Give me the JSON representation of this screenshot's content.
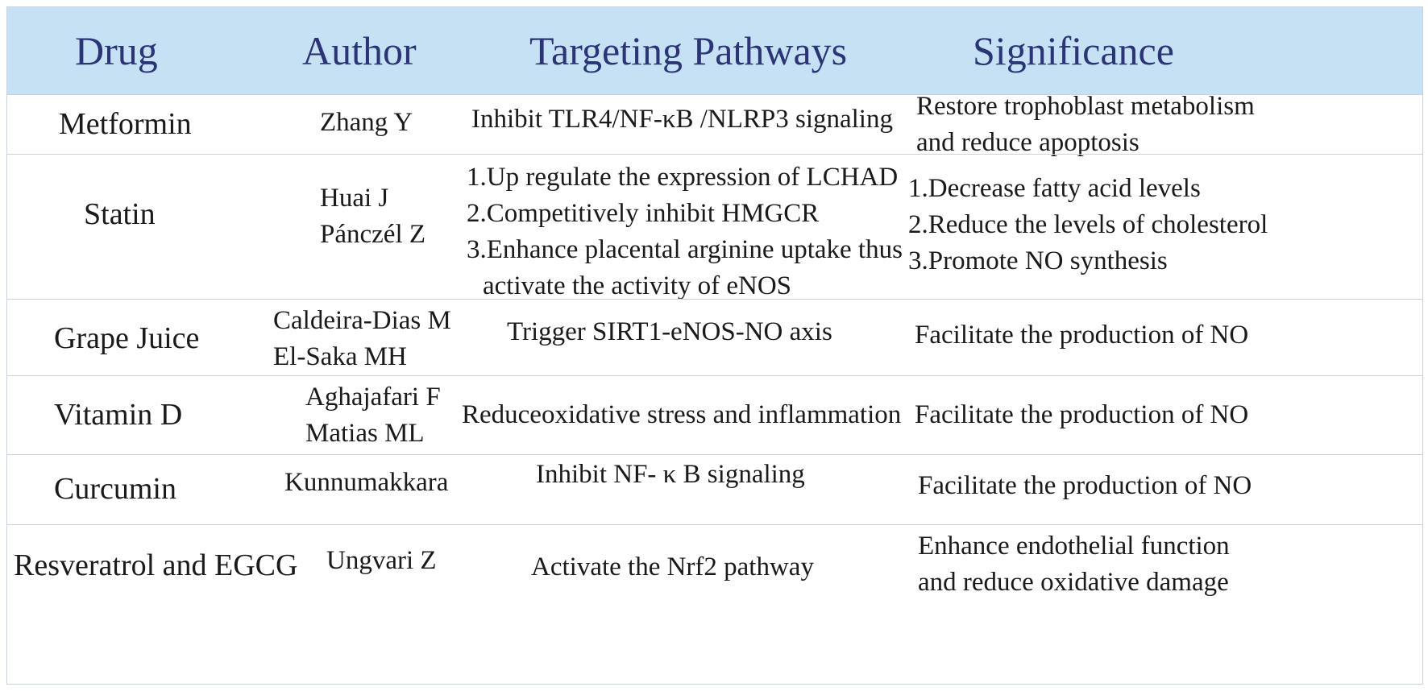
{
  "headers": {
    "drug": "Drug",
    "author": "Author",
    "pathways": "Targeting Pathways",
    "significance": "Significance"
  },
  "rows": [
    {
      "drug": "Metformin",
      "author": [
        "Zhang Y"
      ],
      "pathways": [
        "Inhibit TLR4/NF-κB /NLRP3 signaling"
      ],
      "significance": [
        "Restore trophoblast metabolism",
        "and reduce apoptosis"
      ]
    },
    {
      "drug": "Statin",
      "author": [
        "Huai J",
        "Pánczél Z"
      ],
      "pathways": [
        "1.Up regulate the expression of LCHAD",
        "2.Competitively inhibit HMGCR",
        "3.Enhance placental arginine uptake thus",
        "activate the activity of eNOS"
      ],
      "significance": [
        "1.Decrease fatty acid levels",
        "2.Reduce the levels of cholesterol",
        "3.Promote NO synthesis"
      ]
    },
    {
      "drug": "Grape Juice",
      "author": [
        "Caldeira-Dias M",
        "El-Saka MH"
      ],
      "pathways": [
        "Trigger SIRT1-eNOS-NO axis"
      ],
      "significance": [
        "Facilitate the production of NO"
      ]
    },
    {
      "drug": "Vitamin D",
      "author": [
        "Aghajafari F",
        "Matias ML"
      ],
      "pathways": [
        "Reduceoxidative stress and inflammation"
      ],
      "significance": [
        "Facilitate the production of NO"
      ]
    },
    {
      "drug": "Curcumin",
      "author": [
        "Kunnumakkara"
      ],
      "pathways": [
        "Inhibit NF- κ B signaling"
      ],
      "significance": [
        "Facilitate the production of NO"
      ]
    },
    {
      "drug": "Resveratrol and EGCG",
      "author": [
        "Ungvari Z"
      ],
      "pathways": [
        "Activate the Nrf2 pathway"
      ],
      "significance": [
        "Enhance endothelial function",
        "and reduce oxidative damage"
      ]
    }
  ]
}
